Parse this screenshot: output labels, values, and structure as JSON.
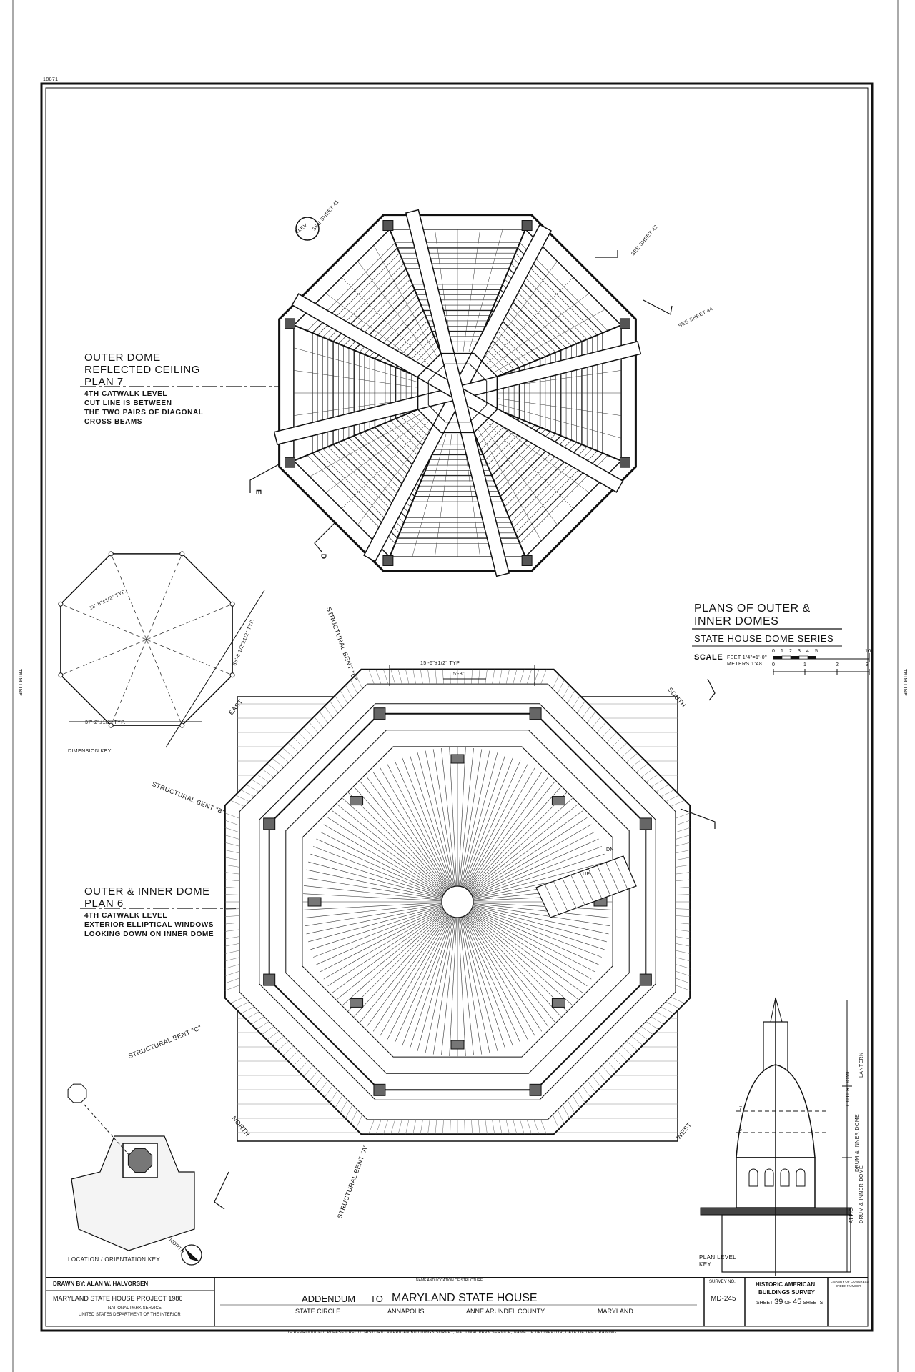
{
  "sheet": {
    "corner_mark": "18871",
    "trim_line_left": "TRIM LINE",
    "trim_line_right": "TRIM LINE"
  },
  "plan7": {
    "title_lines": [
      "OUTER DOME",
      "REFLECTED CEILING",
      "PLAN 7"
    ],
    "notes": [
      "4TH CATWALK LEVEL",
      "CUT LINE IS BETWEEN",
      "THE TWO PAIRS OF DIAGONAL",
      "CROSS BEAMS"
    ],
    "refs": {
      "elev": "ELEV",
      "see41": "SEE SHEET 41",
      "see42": "SEE SHEET 42",
      "see44": "SEE SHEET 44",
      "d": "D",
      "e": "E"
    }
  },
  "dimension_key": {
    "label": "DIMENSION KEY",
    "dim_diag": "13'-8\"±1/2\" TYP.",
    "dim_side": "35'-8 1/2\"±1/2\" TYP.",
    "dim_bottom": "37'-2\"±1/2\" TYP."
  },
  "plan6": {
    "title_lines": [
      "OUTER & INNER DOME",
      "PLAN 6"
    ],
    "notes": [
      "4TH CATWALK LEVEL",
      "EXTERIOR ELLIPTICAL WINDOWS",
      "LOOKING DOWN ON INNER DOME"
    ],
    "dim_top": "15'-6\"±1/2\" TYP.",
    "dim_inner": "5'-8\"",
    "bents": {
      "a": "STRUCTURAL BENT \"A\"",
      "b": "STRUCTURAL BENT \"B\"",
      "c": "STRUCTURAL BENT \"C\"",
      "d": "STRUCTURAL BENT \"D\""
    },
    "compass": {
      "east": "EAST",
      "south": "SOUTH",
      "north": "NORTH",
      "west": "WEST"
    },
    "stair": {
      "dn": "DN",
      "up": "UP"
    }
  },
  "sheet_title": {
    "title_lines": [
      "PLANS OF OUTER &",
      "INNER DOMES"
    ],
    "series": "STATE HOUSE DOME SERIES",
    "scale_label": "SCALE",
    "scale_feet": "FEET 1/4\"=1'-0\"",
    "scale_feet_ticks": [
      "0",
      "1",
      "2",
      "3",
      "4",
      "5",
      "10"
    ],
    "scale_meters": "METERS 1:48",
    "scale_meter_ticks": [
      "0",
      "1",
      "2",
      "3"
    ]
  },
  "section": {
    "labels": [
      "LANTERN",
      "OUTER DOME",
      "DRUM & INNER DOME",
      "ATTIC",
      "DRUM & INNER DOME"
    ],
    "plan_level_key": [
      "PLAN LEVEL",
      "KEY"
    ],
    "marks": [
      "7",
      "6"
    ]
  },
  "location_key": {
    "label": "LOCATION / ORIENTATION KEY",
    "north": "NORTH"
  },
  "title_block": {
    "drawn_by": "DRAWN BY: ALAN W. HALVORSEN",
    "project": "MARYLAND STATE HOUSE PROJECT 1986",
    "agency1": "NATIONAL PARK SERVICE",
    "agency2": "UNITED STATES DEPARTMENT OF THE INTERIOR",
    "name_loc_label": "NAME AND LOCATION OF STRUCTURE",
    "addendum": "ADDENDUM",
    "to": "TO",
    "structure": "MARYLAND STATE HOUSE",
    "location_parts": [
      "STATE CIRCLE",
      "ANNAPOLIS",
      "ANNE ARUNDEL COUNTY",
      "MARYLAND"
    ],
    "survey_no_label": "SURVEY NO.",
    "survey_no": "MD-245",
    "habs1": "HISTORIC AMERICAN",
    "habs2": "BUILDINGS SURVEY",
    "sheet_word": "SHEET",
    "sheet_num": "39",
    "of_word": "OF",
    "sheet_total": "45",
    "sheets_word": "SHEETS",
    "loc_index1": "LIBRARY OF CONGRESS",
    "loc_index2": "INDEX NUMBER",
    "credit": "IF REPRODUCED, PLEASE CREDIT: HISTORIC AMERICAN BUILDINGS SURVEY, NATIONAL PARK SERVICE, NAME OF DELINEATOR, DATE OF THE DRAWING"
  }
}
